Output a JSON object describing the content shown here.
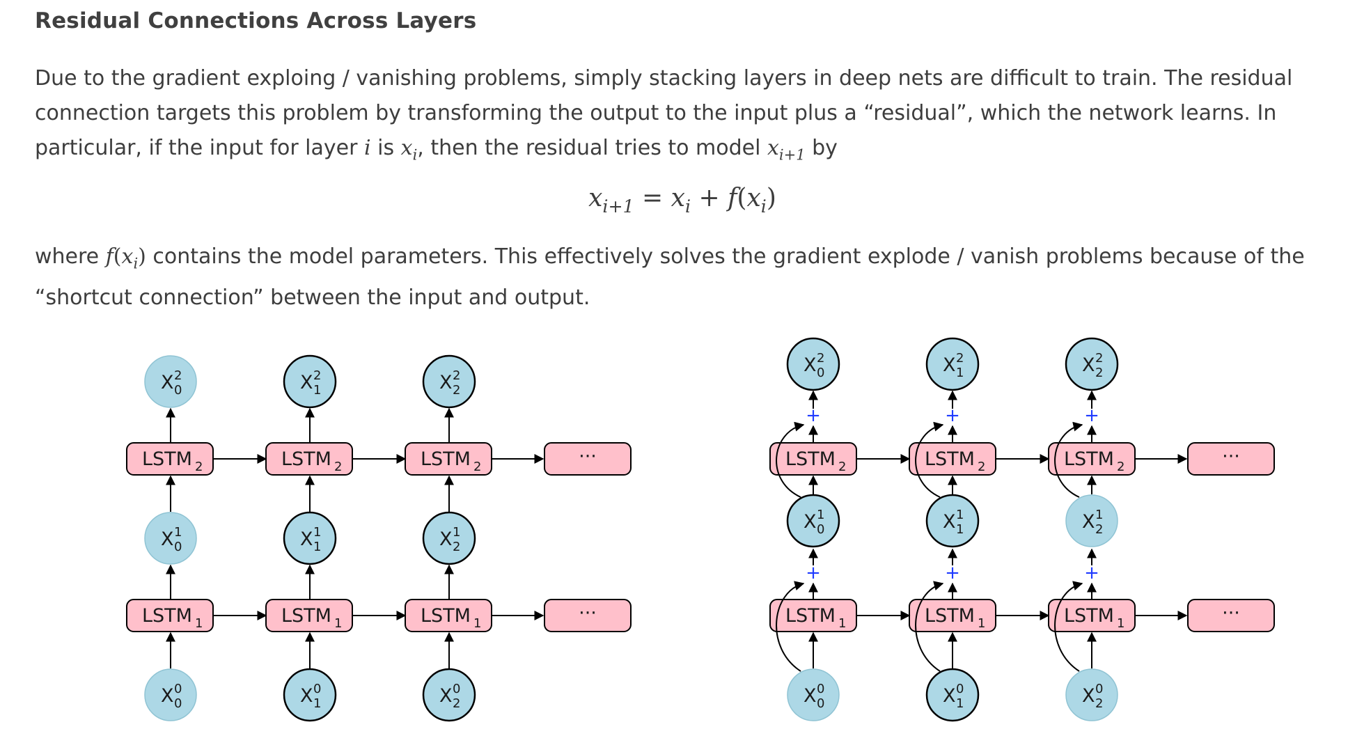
{
  "section_title": "Residual Connections Across Layers",
  "paragraph1": {
    "part1": "Due to the gradient exploing / vanishing problems, simply stacking layers in deep nets are difficult to train. The residual connection targets this problem by transforming the output to the input plus a “residual”, which the network learns. In particular, if the input for layer ",
    "var_i": "i",
    "part2": " is ",
    "x": "x",
    "sub_i": "i",
    "part3": ", then the residual tries to model ",
    "sub_i1": "i+1",
    "part4": " by"
  },
  "equation": {
    "lhs_x": "x",
    "lhs_sub": "i+1",
    "eq": " = ",
    "rhs_x": "x",
    "rhs_sub": "i",
    "plus": " + ",
    "f": "f",
    "open": "(",
    "arg_x": "x",
    "arg_sub": "i",
    "close": ")"
  },
  "paragraph2": {
    "part1": "where ",
    "f": "f",
    "open": "(",
    "x": "x",
    "sub": "i",
    "close": ")",
    "part2": " contains the model parameters. This effectively solves the gradient explode / vanish problems because of the “shortcut connection” between the input and output."
  },
  "diagram_left": {
    "lstm_top": "LSTM",
    "lstm_top_sub": "2",
    "lstm_bottom": "LSTM",
    "lstm_bottom_sub": "1",
    "ellipsis": "···",
    "node_letter": "X"
  },
  "diagram_right": {
    "lstm_top": "LSTM",
    "lstm_top_sub": "2",
    "lstm_bottom": "LSTM",
    "lstm_bottom_sub": "1",
    "ellipsis": "···",
    "node_letter": "X",
    "plus": "+"
  },
  "colors": {
    "node_fill": "#add8e6",
    "lstm_fill": "#ffc0cb",
    "plus_color": "#1f3bff",
    "stroke": "#000000"
  }
}
